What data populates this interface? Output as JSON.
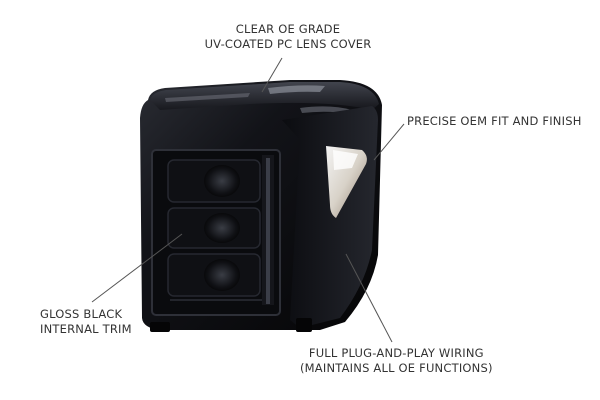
{
  "callouts": {
    "lens": {
      "line1": "CLEAR OE GRADE",
      "line2": "UV-COATED PC LENS COVER"
    },
    "fit": {
      "line1": "PRECISE OEM FIT AND FINISH"
    },
    "trim": {
      "line1": "GLOSS BLACK",
      "line2": "INTERNAL TRIM"
    },
    "wiring": {
      "line1": "FULL PLUG-AND-PLAY WIRING",
      "line2": "(MAINTAINS ALL OE FUNCTIONS)"
    }
  },
  "colors": {
    "background": "#ffffff",
    "text": "#333333",
    "leader_line": "#555555",
    "housing": "#0d0e12"
  },
  "subject": {
    "icon": "headlight-image"
  }
}
